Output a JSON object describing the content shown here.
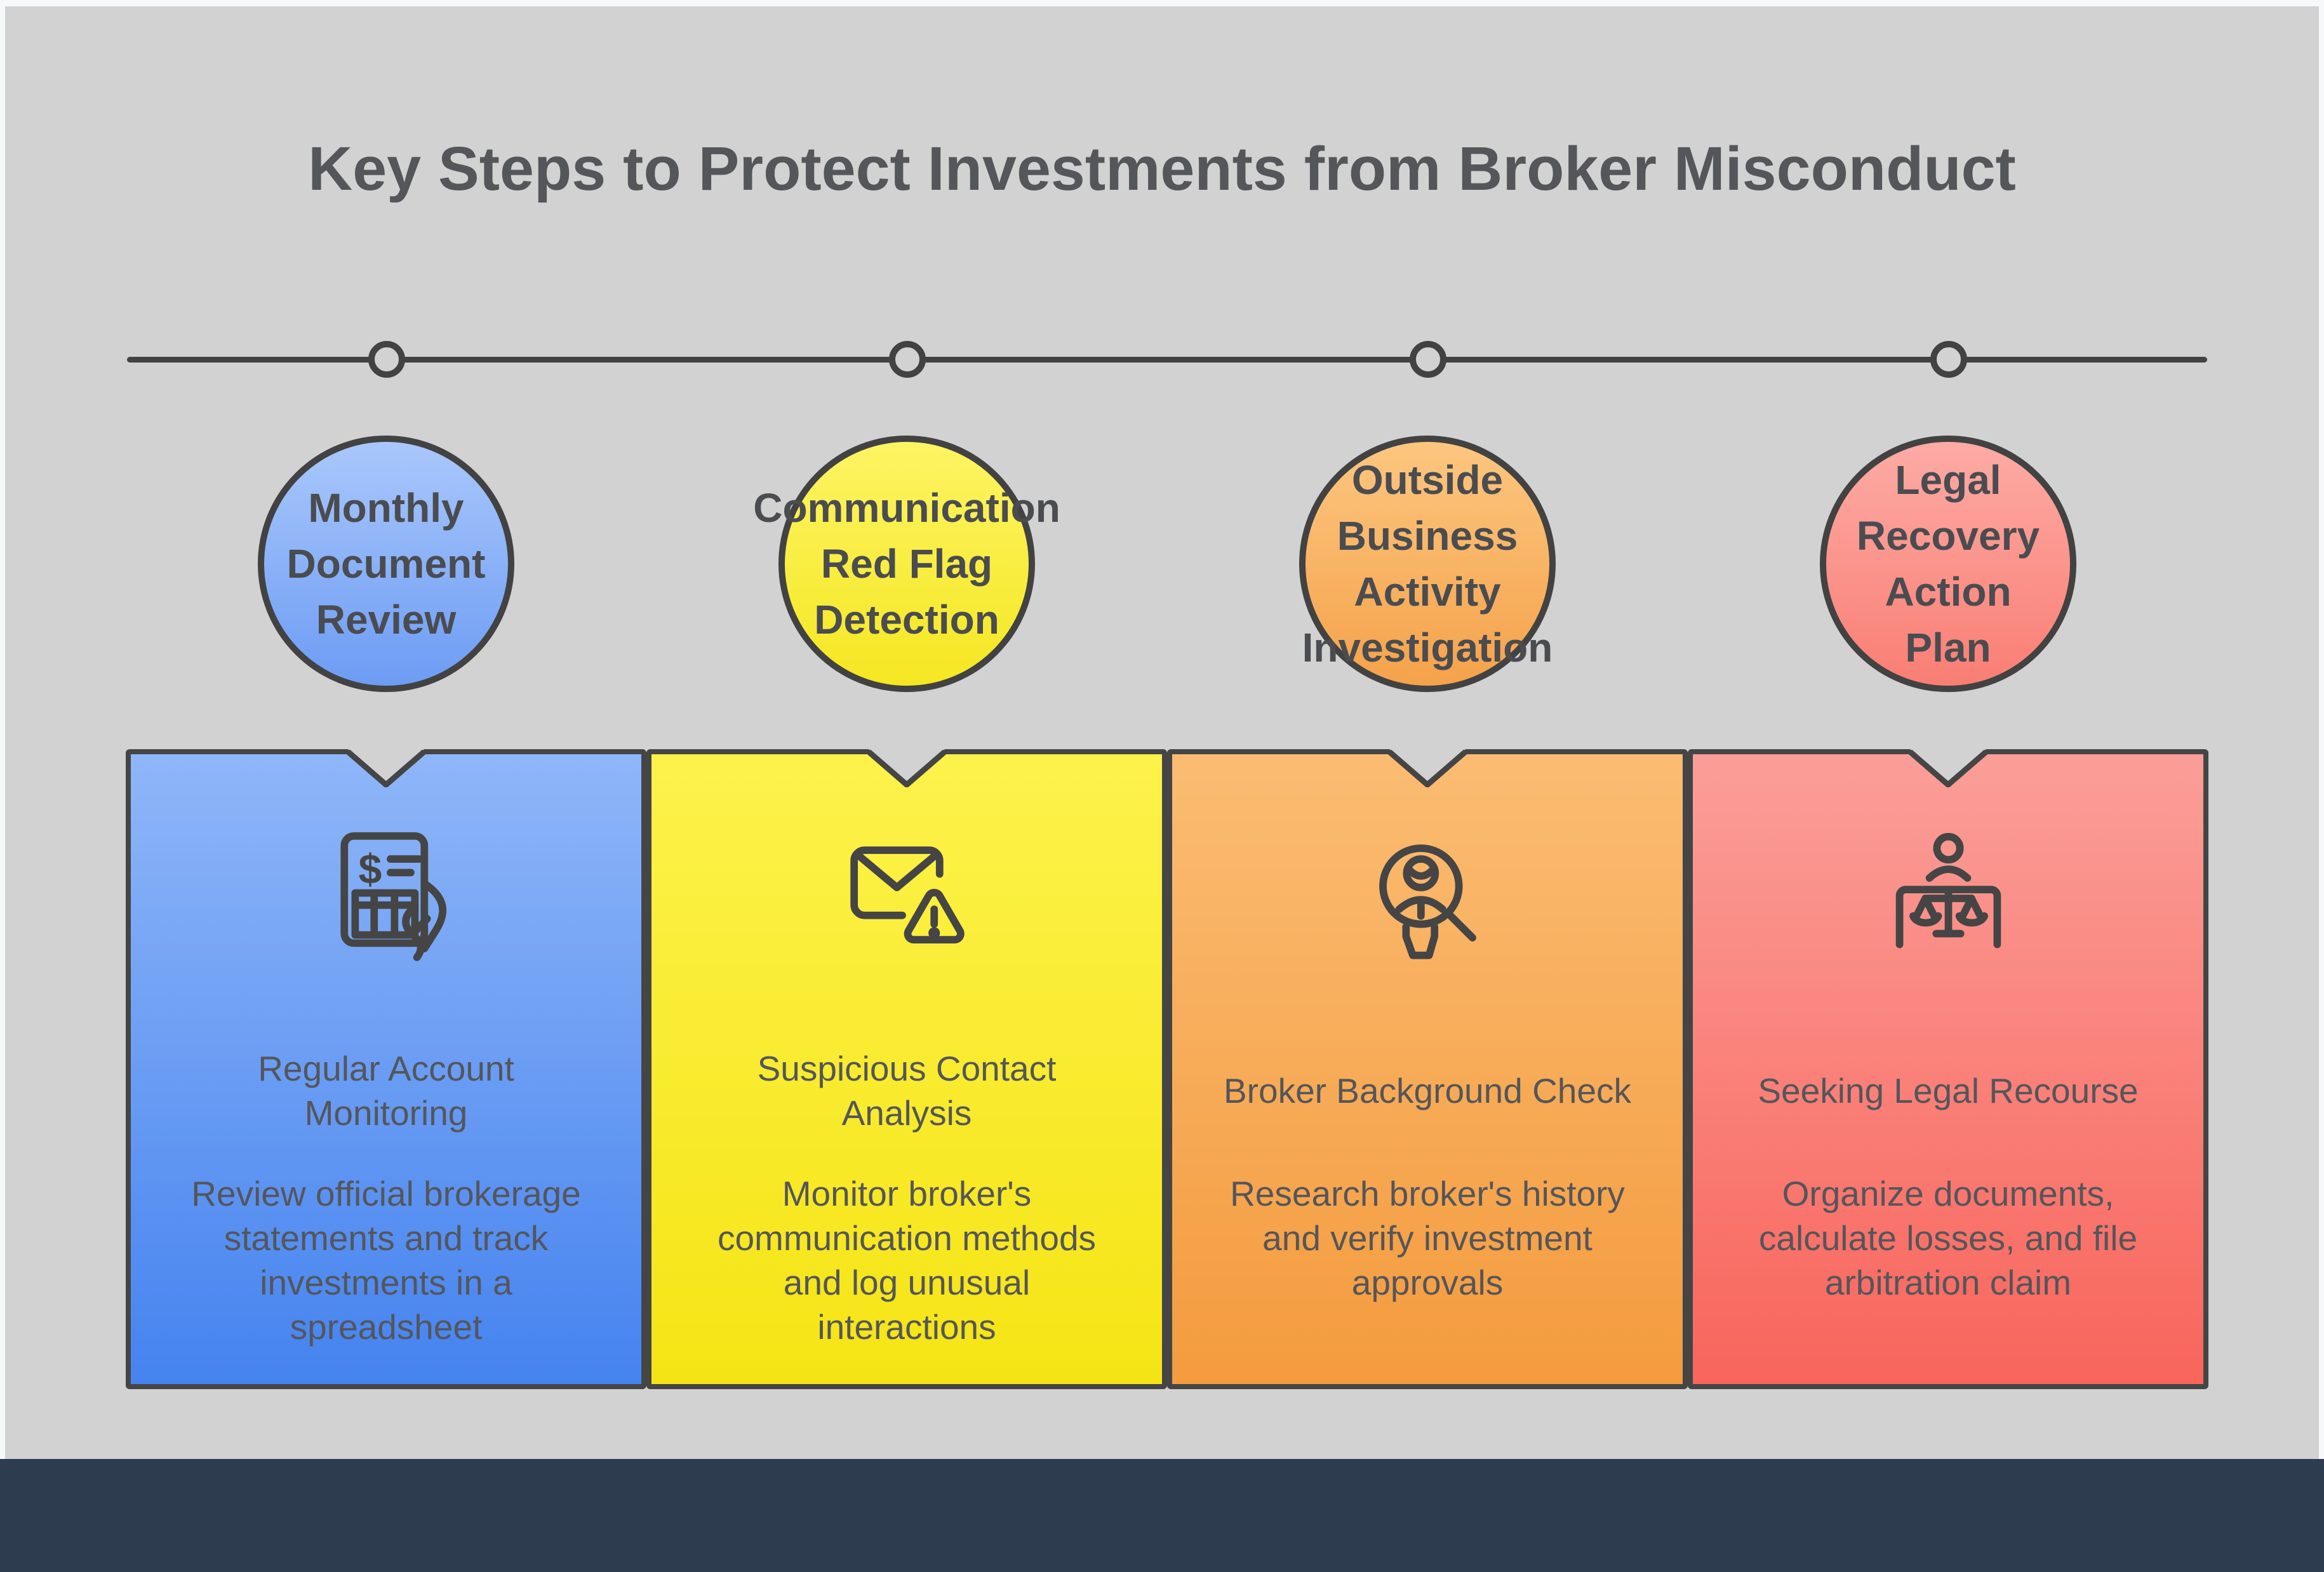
{
  "theme": {
    "frame_bg": "#f6f8f9",
    "stage_bg": "#d2d2d2",
    "footer_bg": "#2d3c4e",
    "line_color": "#424242",
    "border_color": "#454545",
    "title_color": "#55565a",
    "text_color": "#54565a",
    "circle_text_color": "#4a4c50"
  },
  "header": {
    "title": "Key Steps to Protect Investments from Broker Misconduct"
  },
  "timeline": {
    "node_count": 4
  },
  "steps": [
    {
      "circle_title_lines": [
        "Monthly",
        "Document",
        "Review"
      ],
      "icon": "statement-dollar-hand-icon",
      "card_title_lines": [
        "Regular Account",
        "Monitoring"
      ],
      "card_body_lines": [
        "Review official brokerage",
        "statements and track",
        "investments in a",
        "spreadsheet"
      ],
      "colors": {
        "circle_top": "#a9c7fb",
        "circle_bottom": "#6d9cf4",
        "card_top": "#8fb6f8",
        "card_bottom": "#4583ef"
      }
    },
    {
      "circle_title_lines": [
        "Communication",
        "Red Flag",
        "Detection"
      ],
      "icon": "mail-alert-icon",
      "card_title_lines": [
        "Suspicious Contact",
        "Analysis"
      ],
      "card_body_lines": [
        "Monitor broker's",
        "communication methods",
        "and log unusual",
        "interactions"
      ],
      "colors": {
        "circle_top": "#fdf463",
        "circle_bottom": "#f5e722",
        "card_top": "#fdf24b",
        "card_bottom": "#f5e414"
      }
    },
    {
      "circle_title_lines": [
        "Outside",
        "Business",
        "Activity",
        "Investigation"
      ],
      "icon": "broker-search-icon",
      "card_title_lines": [
        "Broker Background Check"
      ],
      "card_body_lines": [
        "Research broker's history",
        "and verify investment",
        "approvals"
      ],
      "colors": {
        "circle_top": "#fcc67f",
        "circle_bottom": "#f5a24b",
        "card_top": "#fbbc72",
        "card_bottom": "#f49b3e"
      }
    },
    {
      "circle_title_lines": [
        "Legal",
        "Recovery",
        "Action",
        "Plan"
      ],
      "icon": "legal-scales-icon",
      "card_title_lines": [
        "Seeking Legal Recourse"
      ],
      "card_body_lines": [
        "Organize documents,",
        "calculate losses, and file",
        "arbitration claim"
      ],
      "colors": {
        "circle_top": "#fdaba5",
        "circle_bottom": "#f97e74",
        "card_top": "#fb9e98",
        "card_bottom": "#f8655c"
      }
    }
  ]
}
